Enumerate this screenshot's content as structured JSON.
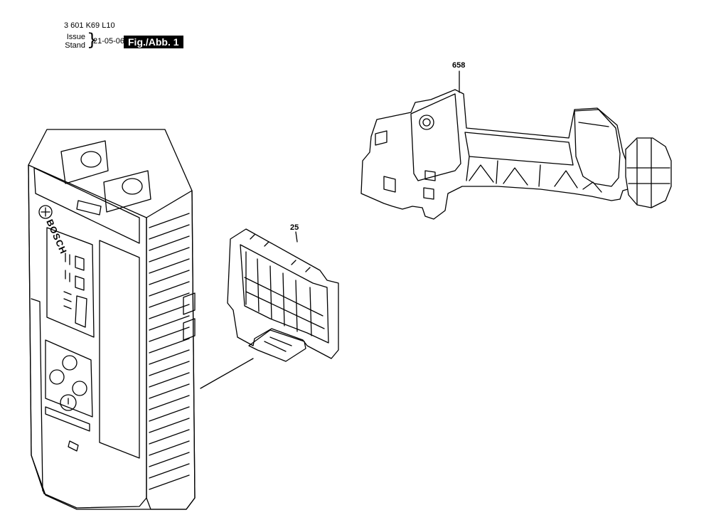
{
  "header": {
    "part_number": "3 601 K69 L10",
    "issue_label": "Issue",
    "stand_label": "Stand",
    "date": "21-05-06",
    "figure_label": "Fig./Abb. 1"
  },
  "device": {
    "brand": "BOSCH"
  },
  "callouts": [
    {
      "label": "658"
    },
    {
      "label": "25"
    }
  ]
}
